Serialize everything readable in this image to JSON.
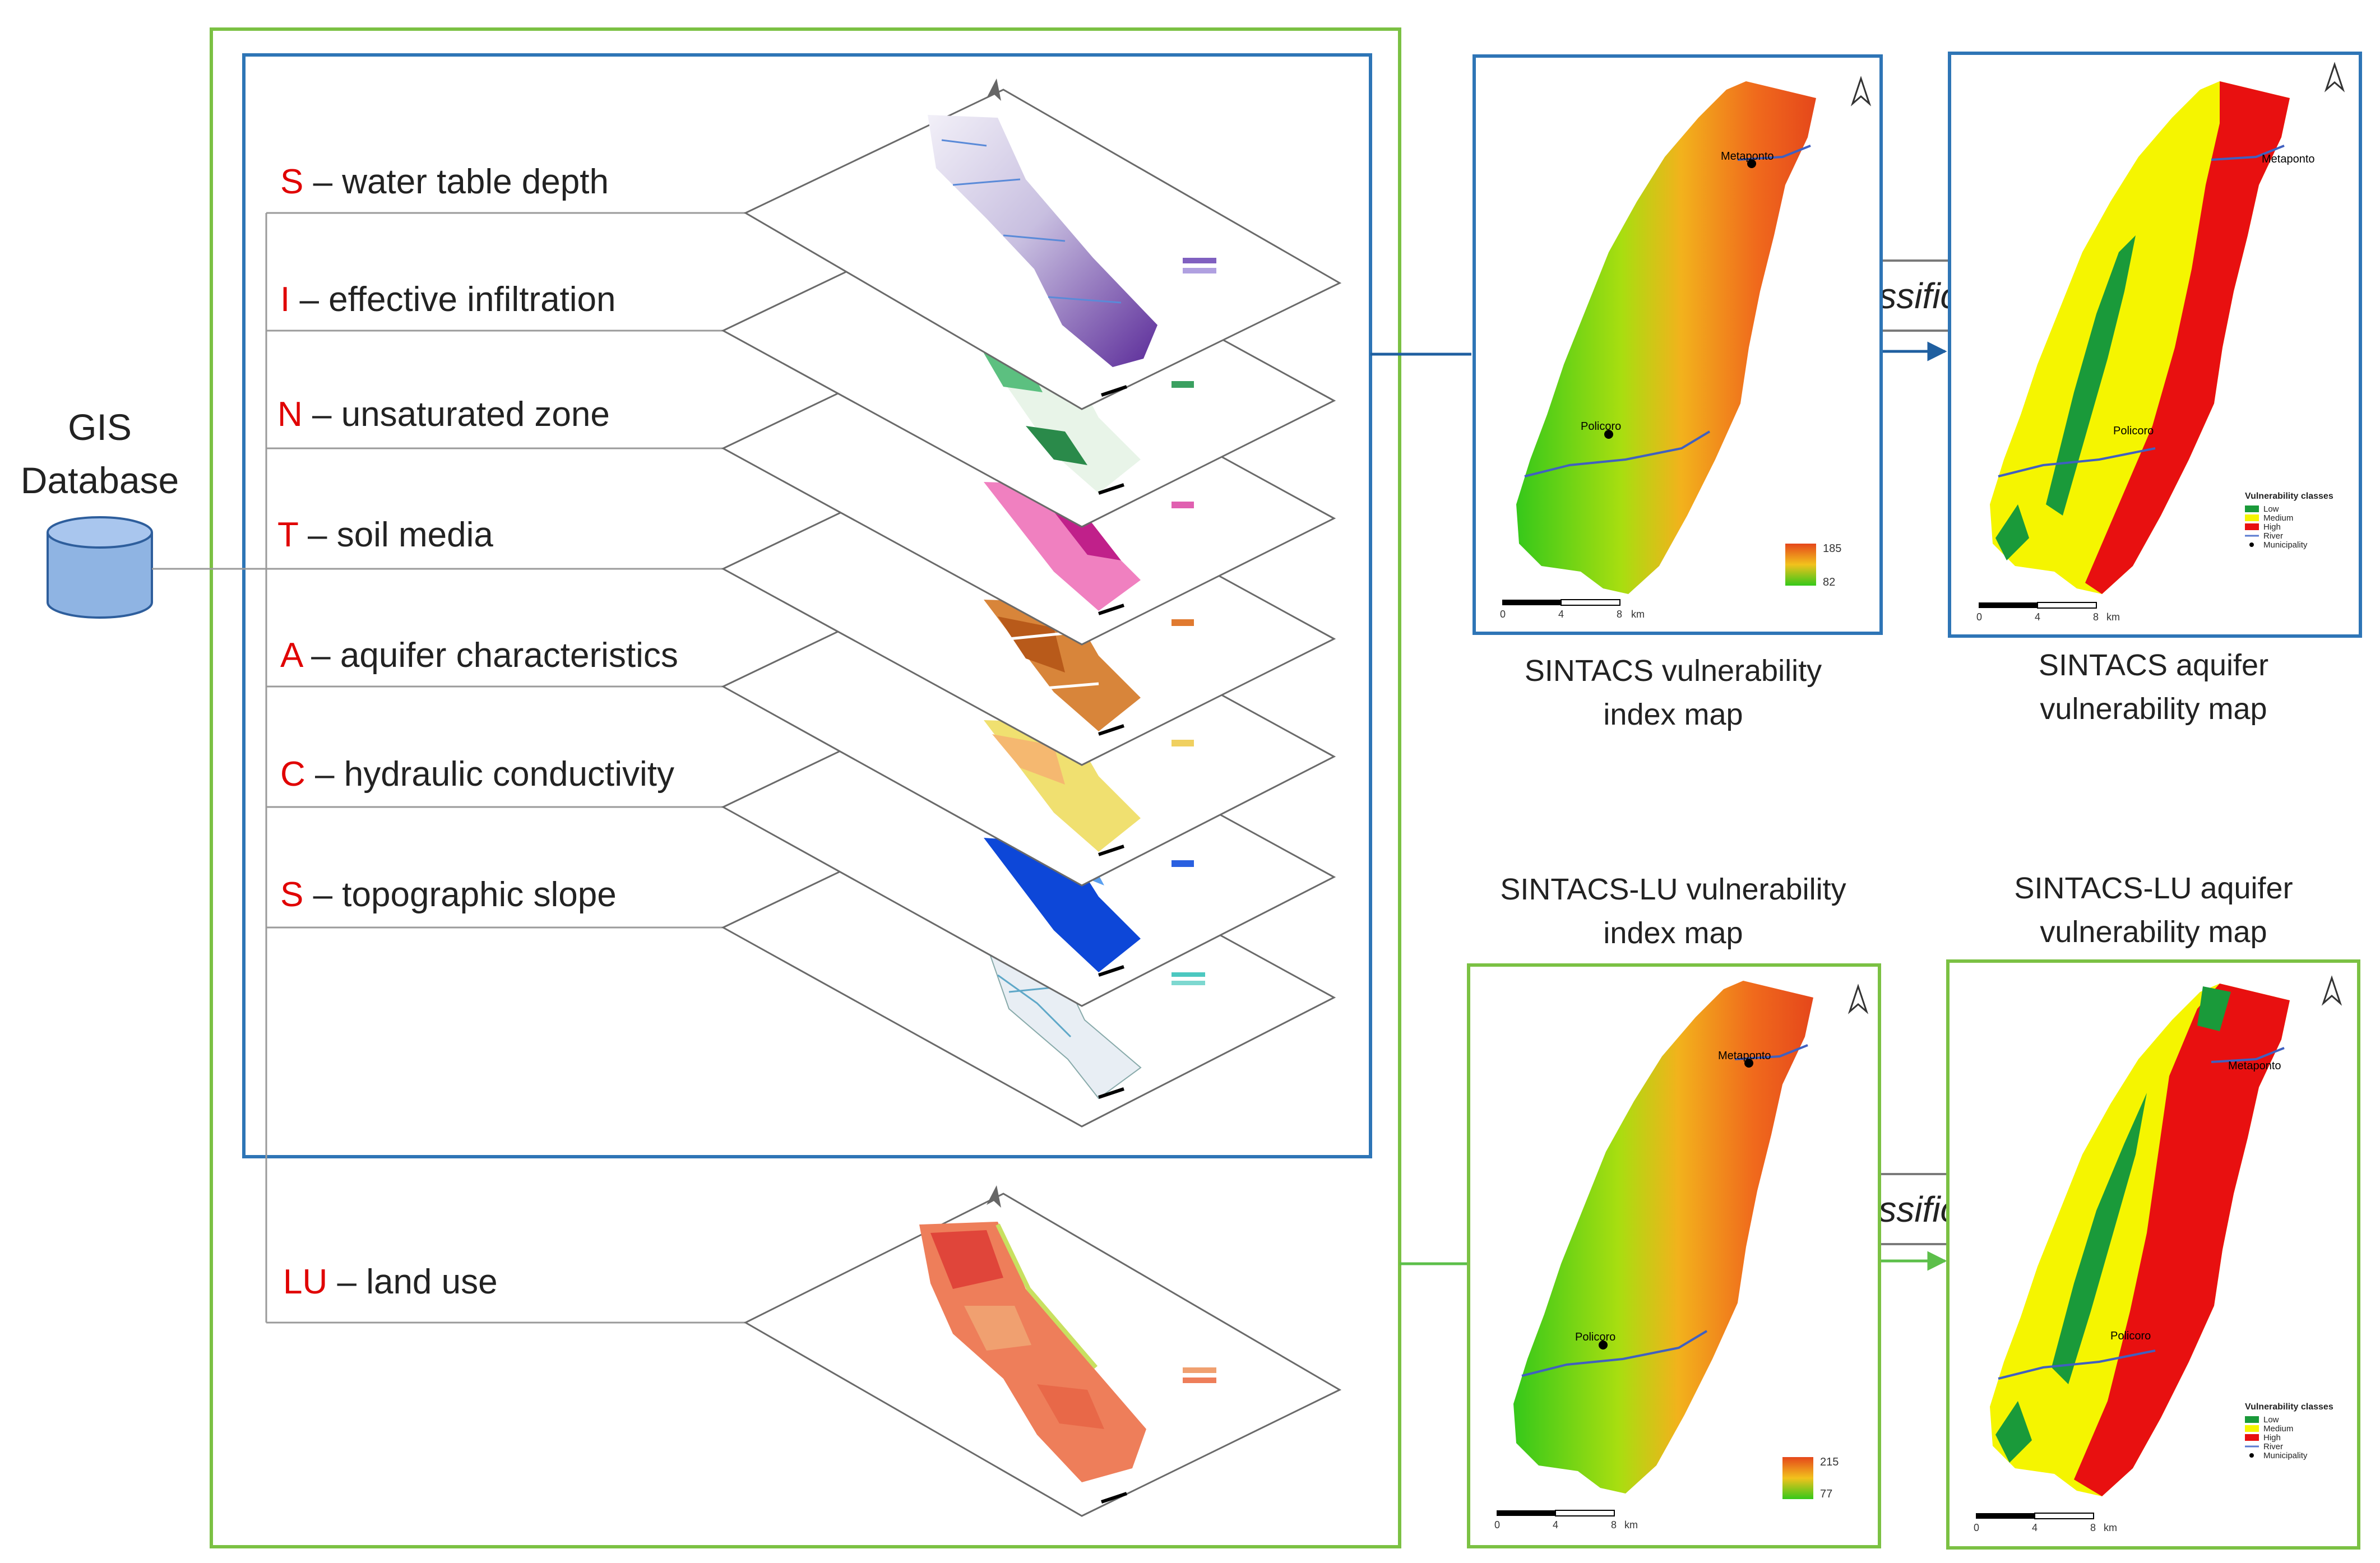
{
  "database": {
    "line1": "GIS",
    "line2": "Database"
  },
  "factors": [
    {
      "letter": "S",
      "label": " – water table depth"
    },
    {
      "letter": "I",
      "label": " – effective infiltration"
    },
    {
      "letter": "N",
      "label": " – unsaturated zone"
    },
    {
      "letter": "T",
      "label": " – soil media"
    },
    {
      "letter": "A",
      "label": " – aquifer characteristics"
    },
    {
      "letter": "C",
      "label": " – hydraulic conductivity"
    },
    {
      "letter": "S",
      "label": " – topographic slope"
    }
  ],
  "land_use": {
    "letter": "LU",
    "label": " – land use"
  },
  "reclassification": "Reclassification",
  "maps": {
    "sintacs_index": {
      "title_l1": "SINTACS vulnerability",
      "title_l2": "index map",
      "legend_max": "185",
      "legend_min": "82",
      "town1": "Metaponto",
      "town2": "Policoro"
    },
    "sintacs_vuln": {
      "title_l1": "SINTACS aquifer",
      "title_l2": "vulnerability map",
      "town1": "Metaponto",
      "town2": "Policoro"
    },
    "lu_index": {
      "title_l1": "SINTACS-LU vulnerability",
      "title_l2": "index map",
      "legend_max": "215",
      "legend_min": "77",
      "town1": "Metaponto",
      "town2": "Policoro"
    },
    "lu_vuln": {
      "title_l1": "SINTACS-LU aquifer",
      "title_l2": "vulnerability map",
      "town1": "Metaponto",
      "town2": "Policoro"
    }
  },
  "vuln_legend": {
    "title": "Vulnerability classes",
    "items": [
      {
        "label": "Low",
        "color": "#1a9a3a"
      },
      {
        "label": "Medium",
        "color": "#f5f500"
      },
      {
        "label": "High",
        "color": "#e81010"
      },
      {
        "label": "River",
        "color": "#5a7ad0"
      },
      {
        "label": "Municipality",
        "color": "#000000"
      }
    ]
  },
  "scale_bar": {
    "t0": "0",
    "t1": "4",
    "t2": "8",
    "unit": "km"
  },
  "colors": {
    "letter": "#e00000",
    "green_frame": "#7bc143",
    "blue_frame": "#2e75b6",
    "arrow_blue": "#1f5fa0",
    "arrow_green": "#5cbf4a"
  }
}
